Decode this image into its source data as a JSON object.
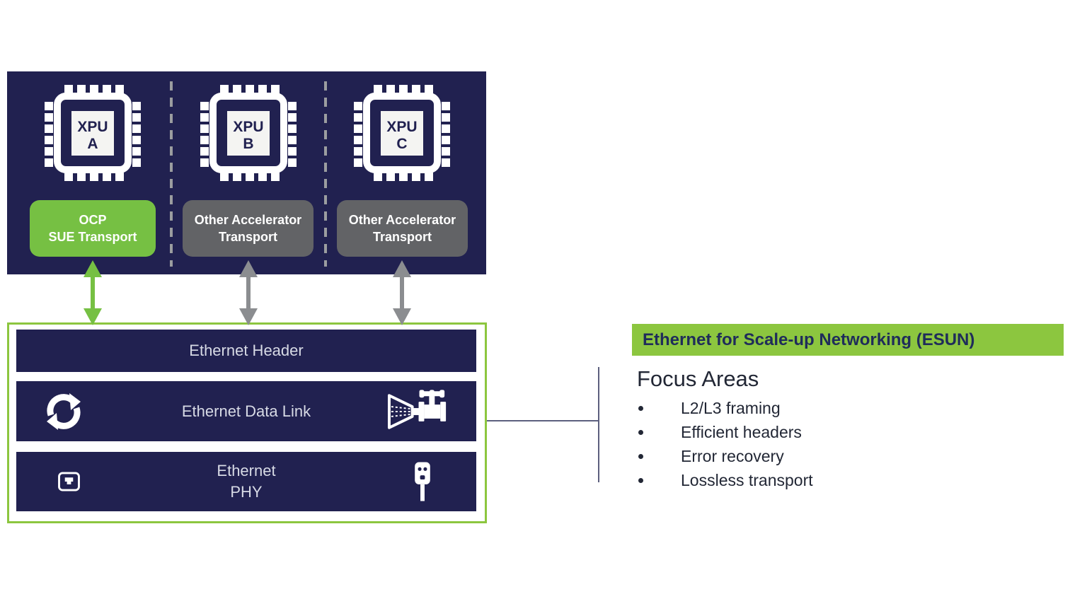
{
  "colors": {
    "navy": "#212150",
    "green": "#76c043",
    "green_bright": "#8cc63f",
    "gray_label": "#626366",
    "gray_arrow": "#8b8d90",
    "divider": "#9b9da0",
    "connector": "#5c5f7e",
    "bar_text": "#d7dae5",
    "banner_text": "#1f2c5a",
    "body_text": "#222735"
  },
  "diagram": {
    "xpu_cluster": {
      "chips": [
        {
          "name_line1": "XPU",
          "name_line2": "A",
          "transport_line1": "OCP",
          "transport_line2": "SUE Transport",
          "transport_style": "green"
        },
        {
          "name_line1": "XPU",
          "name_line2": "B",
          "transport_line1": "Other Accelerator",
          "transport_line2": "Transport",
          "transport_style": "gray"
        },
        {
          "name_line1": "XPU",
          "name_line2": "C",
          "transport_line1": "Other Accelerator",
          "transport_line2": "Transport",
          "transport_style": "gray"
        }
      ]
    },
    "ethernet_stack": {
      "header_label": "Ethernet Header",
      "datalink_label": "Ethernet Data Link",
      "phy_line1": "Ethernet",
      "phy_line2": "PHY",
      "icons": {
        "datalink_left": "sync-icon",
        "datalink_right": "hose-valve-icon",
        "phy_left": "ethernet-port-icon",
        "phy_right": "rj45-plug-icon"
      }
    }
  },
  "esun_panel": {
    "banner_title": "Ethernet for Scale-up Networking (ESUN)",
    "heading": "Focus Areas",
    "bullets": [
      "L2/L3 framing",
      "Efficient headers",
      "Error recovery",
      "Lossless transport"
    ]
  }
}
